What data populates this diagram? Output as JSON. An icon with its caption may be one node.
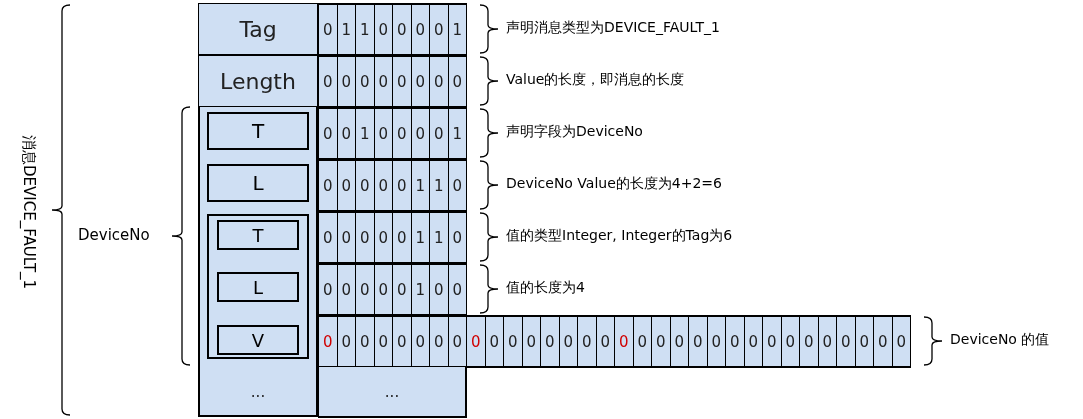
{
  "diagram": {
    "nodes": [
      {
        "text": [
          "Tag"
        ]
      },
      {
        "text": [
          "Length"
        ]
      },
      {
        "text": [
          "T"
        ]
      },
      {
        "text": [
          "L"
        ]
      },
      {
        "text": [],
        "shape": "box"
      },
      {
        "text": [
          "T"
        ],
        "in": 4
      },
      {
        "text": [
          "L"
        ],
        "in": 4
      },
      {
        "text": [
          "V"
        ],
        "in": 4
      }
    ],
    "labels": [
      "消息DEVICE_FAULT_1",
      "DeviceNo",
      "0",
      "1",
      "1",
      "0",
      "0",
      "0",
      "0",
      "1",
      "声明消息类型为DEVICE_FAULT_1",
      "0",
      "0",
      "0",
      "0",
      "0",
      "0",
      "0",
      "0",
      "Value的长度，即消息的长度",
      "0",
      "0",
      "1",
      "0",
      "0",
      "0",
      "0",
      "1",
      "声明字段为DeviceNo",
      "0",
      "0",
      "0",
      "0",
      "0",
      "1",
      "1",
      "0",
      "DeviceNo Value的长度为4+2=6",
      "0",
      "0",
      "0",
      "0",
      "0",
      "1",
      "1",
      "0",
      "值的类型Integer, Integer的Tag为6",
      "0",
      "0",
      "0",
      "0",
      "0",
      "1",
      "0",
      "0",
      "值的长度为4",
      "0",
      "0",
      "0",
      "0",
      "0",
      "0",
      "0",
      "0",
      "0",
      "0",
      "0",
      "0",
      "0",
      "0",
      "0",
      "0",
      "0",
      "0",
      "0",
      "0",
      "0",
      "0",
      "0",
      "0",
      "0",
      "0",
      "0",
      "0",
      "0",
      "0",
      "0",
      "0",
      "DeviceNo 的值",
      "...",
      "..."
    ]
  }
}
